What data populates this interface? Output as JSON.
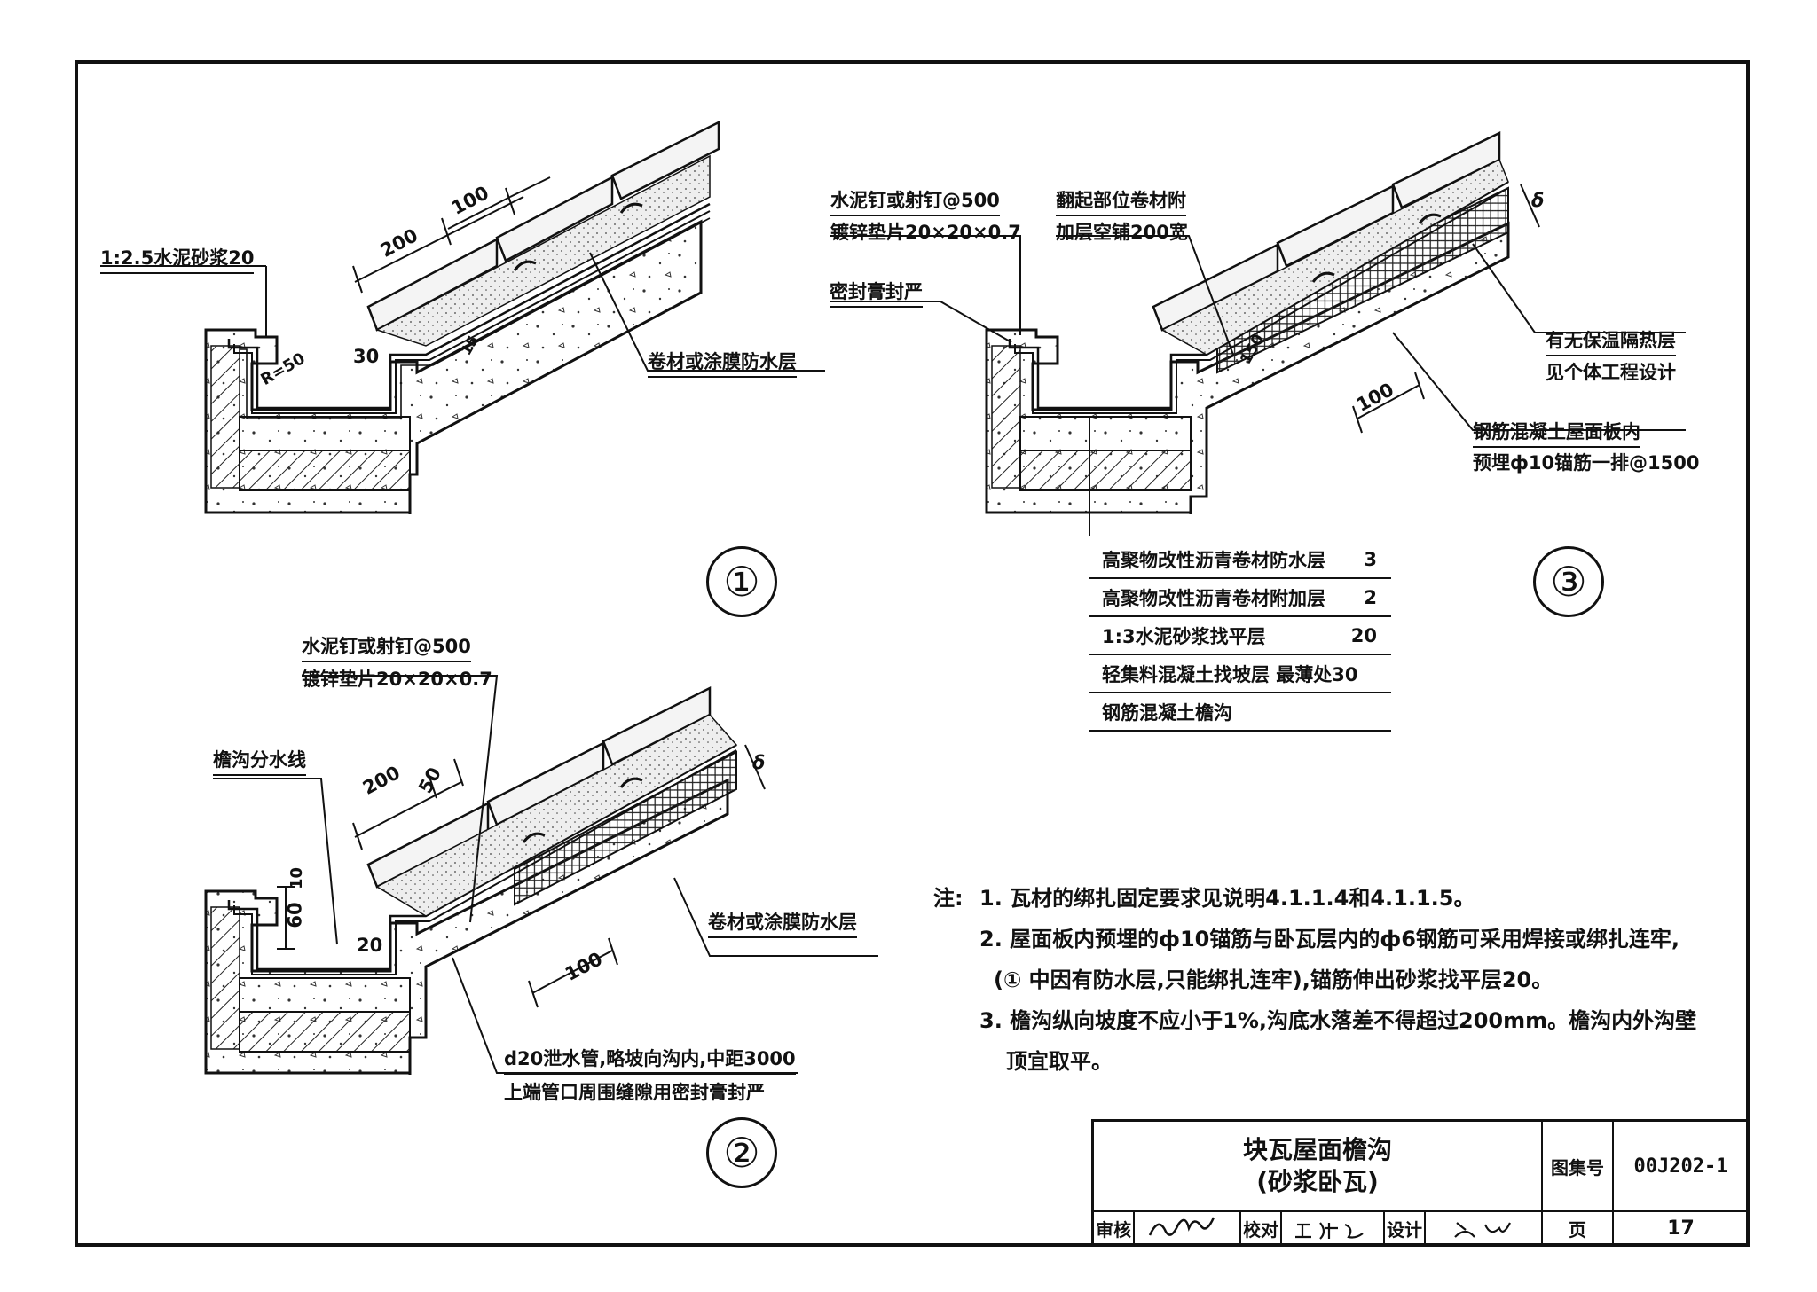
{
  "detail1": {
    "marker": "①",
    "labels": {
      "mortar": "1:2.5水泥砂浆20",
      "membrane": "卷材或涂膜防水层",
      "radius": "R=50",
      "dim_30": "30",
      "dim_200": "200",
      "dim_100": "100",
      "dim_15": "15"
    }
  },
  "detail2": {
    "marker": "②",
    "labels": {
      "nail": "水泥钉或射钉@500",
      "washer": "镀锌垫片20×20×0.7",
      "divide_line": "檐沟分水线",
      "membrane": "卷材或涂膜防水层",
      "drain_pipe": "d20泄水管,略坡向沟内,中距3000",
      "drain_seal": "上端管口周围缝隙用密封膏封严",
      "dim_200": "200",
      "dim_50": "50",
      "dim_100": "100",
      "dim_60": "60",
      "dim_10": "10",
      "dim_20": "20",
      "dim_delta": "δ"
    }
  },
  "detail3": {
    "marker": "③",
    "labels": {
      "nail": "水泥钉或射钉@500",
      "washer": "镀锌垫片20×20×0.7",
      "upturn": "翻起部位卷材附",
      "upturn2": "加层空铺200宽",
      "sealant": "密封膏封严",
      "insulation": "有无保温隔热层",
      "insulation2": "见个体工程设计",
      "anchor": "钢筋混凝土屋面板内",
      "anchor2": "预埋ф10锚筋一排@1500",
      "dim_100": "100",
      "dim_delta": "δ",
      "dim_150": "150"
    },
    "layers": [
      {
        "name": "高聚物改性沥青卷材防水层",
        "value": "3"
      },
      {
        "name": "高聚物改性沥青卷材附加层",
        "value": "2"
      },
      {
        "name": "1:3水泥砂浆找平层",
        "value": "20"
      },
      {
        "name": "轻集料混凝土找坡层 最薄处30",
        "value": ""
      },
      {
        "name": "钢筋混凝土檐沟",
        "value": ""
      }
    ]
  },
  "notes": {
    "lead": "注:",
    "items": [
      "1. 瓦材的绑扎固定要求见说明4.1.1.4和4.1.1.5。",
      "2. 屋面板内预埋的ф10锚筋与卧瓦层内的ф6钢筋可采用焊接或绑扎连牢,",
      "(① 中因有防水层,只能绑扎连牢),锚筋伸出砂浆找平层20。",
      "3. 檐沟纵向坡度不应小于1%,沟底水落差不得超过200mm。檐沟内外沟壁",
      "顶宜取平。"
    ]
  },
  "title_block": {
    "title_line1": "块瓦屋面檐沟",
    "title_line2": "(砂浆卧瓦)",
    "atlas_label": "图集号",
    "atlas_no": "00J202-1",
    "review_label": "审核",
    "check_label": "校对",
    "design_label": "设计",
    "page_label": "页",
    "page_no": "17"
  }
}
